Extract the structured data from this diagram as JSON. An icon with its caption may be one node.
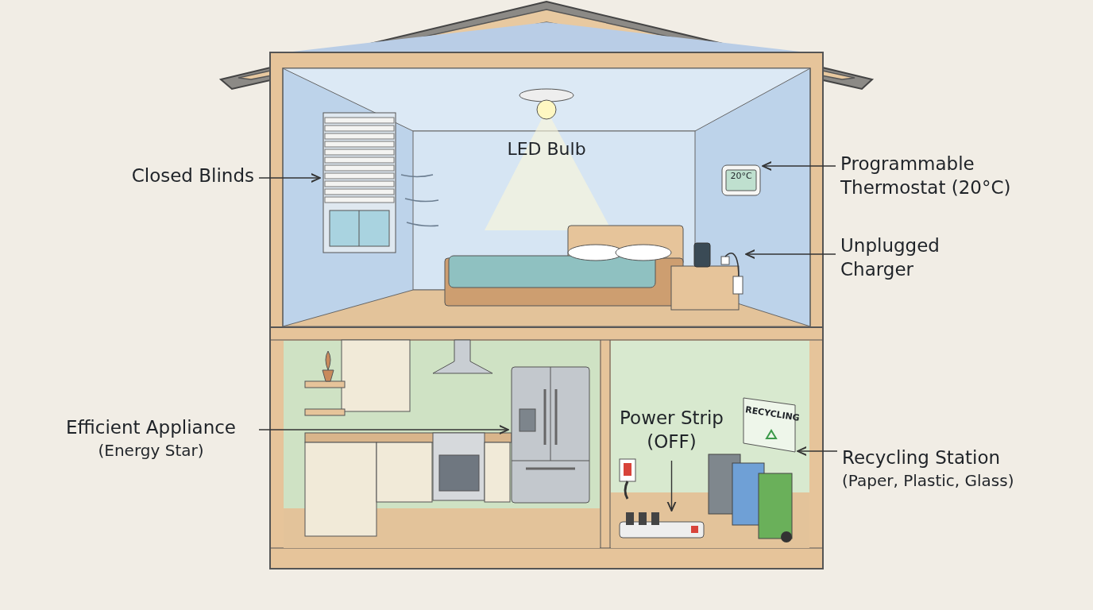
{
  "diagram": {
    "nodes": [
      {
        "text": [
          "Closed Blinds"
        ]
      },
      {
        "text": [],
        "shape": "picture"
      },
      {
        "text": [
          "Programmable Thermostat (20°C)"
        ]
      },
      {
        "text": [],
        "shape": "picture"
      },
      {
        "text": [
          "Unplugged Charger"
        ]
      },
      {
        "text": [],
        "shape": "picture"
      },
      {
        "text": [
          "Efficient Appliance",
          "(Energy Star)"
        ]
      },
      {
        "text": [],
        "shape": "picture"
      },
      {
        "text": [
          "Power Strip (OFF)"
        ]
      },
      {
        "text": [],
        "shape": "picture"
      },
      {
        "text": [
          "Recycling Station",
          "(Paper, Plastic, Glass)"
        ]
      },
      {
        "text": [],
        "shape": "picture"
      }
    ],
    "edges": [
      {
        "from": 0,
        "to": 1,
        "arrow": "to"
      },
      {
        "from": 2,
        "to": 3,
        "arrow": "to"
      },
      {
        "from": 4,
        "to": 5,
        "arrow": "to"
      },
      {
        "from": 6,
        "to": 7,
        "arrow": "to"
      },
      {
        "from": 8,
        "to": 9,
        "arrow": "to"
      },
      {
        "from": 10,
        "to": 11,
        "arrow": "to"
      }
    ],
    "labels": [
      "LED Bulb",
      "20°C",
      "RECYCLING"
    ]
  }
}
